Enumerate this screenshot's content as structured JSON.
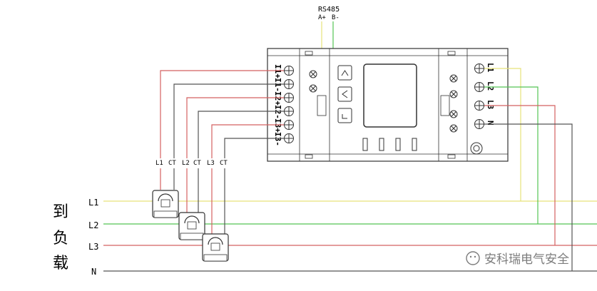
{
  "header": {
    "protocol": "RS485",
    "terminal_a": "A+",
    "terminal_b": "B-"
  },
  "left_terminals": [
    "I1+",
    "I1-",
    "I2+",
    "I2-",
    "I3+",
    "I3-"
  ],
  "right_terminals": [
    "L1",
    "L2",
    "L3",
    "N"
  ],
  "ct_labels": [
    "L1",
    "CT",
    "L2",
    "CT",
    "L3",
    "CT"
  ],
  "bus_lines": [
    {
      "label": "L1",
      "color": "#e8e890"
    },
    {
      "label": "L2",
      "color": "#66cc66"
    },
    {
      "label": "L3",
      "color": "#d66a6a"
    },
    {
      "label": "N",
      "color": "#555555"
    }
  ],
  "load_text": [
    "到",
    "负",
    "载"
  ],
  "watermark": "安科瑞电气安全"
}
